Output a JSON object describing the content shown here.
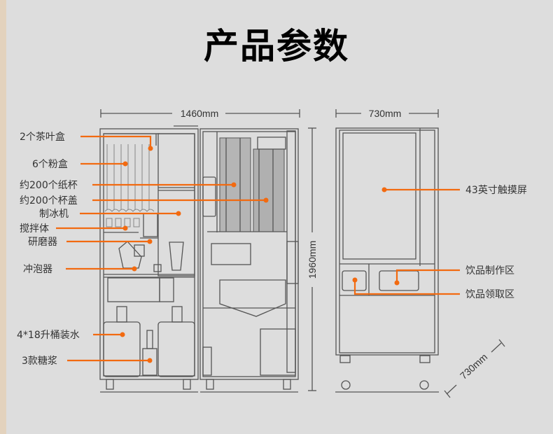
{
  "title": "产品参数",
  "colors": {
    "accent": "#f26a10",
    "background": "#dddddd",
    "edge": "#e3d2bd"
  },
  "dimensions": {
    "front_width": "1460mm",
    "height": "1960mm",
    "side_width": "730mm",
    "depth": "730mm"
  },
  "left_labels": [
    "2个茶叶盒",
    "6个粉盒",
    "约200个纸杯",
    "约200个杯盖",
    "制冰机",
    "搅拌体",
    "研磨器",
    "冲泡器",
    "4*18升桶装水",
    "3款糖浆"
  ],
  "right_labels": [
    "43英寸触摸屏",
    "饮品制作区",
    "饮品领取区"
  ]
}
